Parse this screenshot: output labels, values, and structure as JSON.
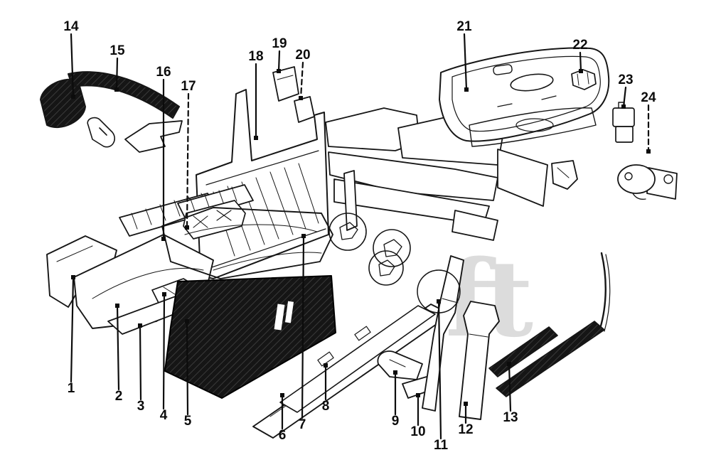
{
  "diagram": {
    "watermark": "ft",
    "callouts": [
      {
        "label": "1"
      },
      {
        "label": "2"
      },
      {
        "label": "3"
      },
      {
        "label": "4"
      },
      {
        "label": "5"
      },
      {
        "label": "6"
      },
      {
        "label": "7"
      },
      {
        "label": "8"
      },
      {
        "label": "9"
      },
      {
        "label": "10"
      },
      {
        "label": "11"
      },
      {
        "label": "12"
      },
      {
        "label": "13"
      },
      {
        "label": "14"
      },
      {
        "label": "15"
      },
      {
        "label": "16"
      },
      {
        "label": "17"
      },
      {
        "label": "18"
      },
      {
        "label": "19"
      },
      {
        "label": "20"
      },
      {
        "label": "21"
      },
      {
        "label": "22"
      },
      {
        "label": "23"
      },
      {
        "label": "24"
      }
    ]
  }
}
